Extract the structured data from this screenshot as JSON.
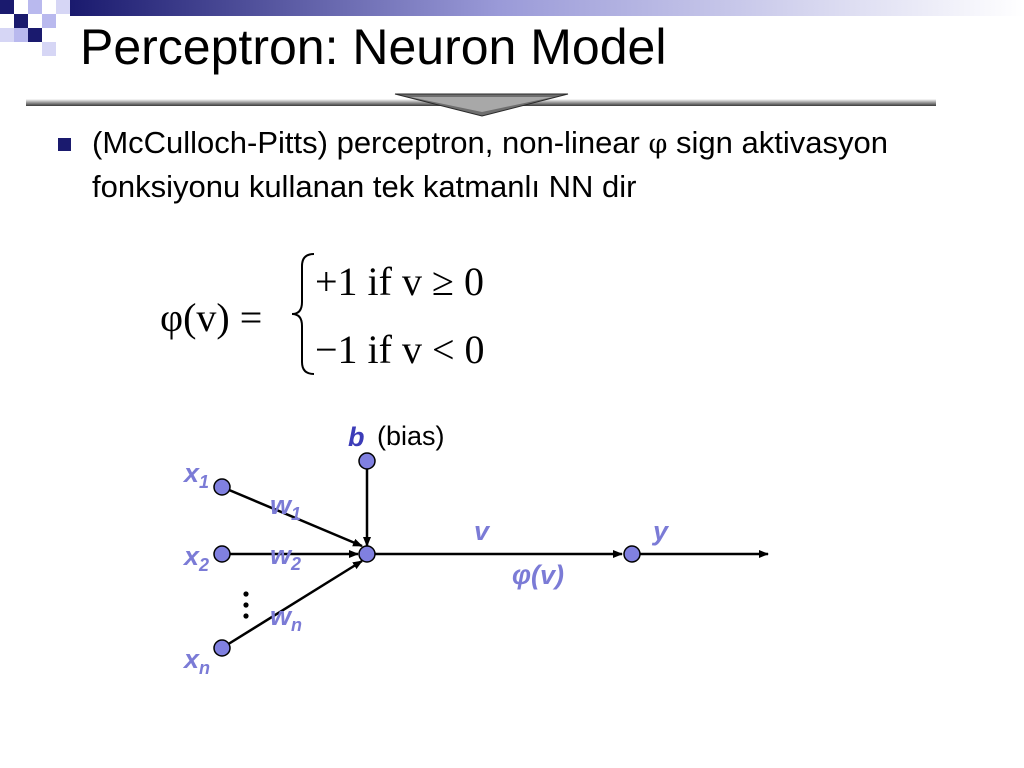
{
  "slide": {
    "title": "Perceptron: Neuron Model",
    "bullet": {
      "text_before": "(McCulloch-Pitts) perceptron, non-linear",
      "phi": "φ",
      "text_after": "sign aktivasyon fonksiyonu kullanan tek katmanlı NN dir"
    },
    "formula": {
      "lhs": "φ(v) =",
      "case1": "+1 if  v ≥ 0",
      "case2": "−1 if  v < 0"
    },
    "diagram": {
      "bias_symbol": "b",
      "bias_text": "(bias)",
      "inputs": [
        {
          "x": "x",
          "x_sub": "1",
          "w": "w",
          "w_sub": "1"
        },
        {
          "x": "x",
          "x_sub": "2",
          "w": "w",
          "w_sub": "2"
        },
        {
          "x": "x",
          "x_sub": "n",
          "w": "w",
          "w_sub": "n"
        }
      ],
      "v_label": "v",
      "y_label": "y",
      "phi_label": "φ(v)"
    },
    "colors": {
      "label": "#7b7bd6",
      "node_fill": "#8080e0",
      "bullet": "#1a1a6e",
      "accent_dark": "#1a1a6e",
      "accent_light": "#a9a9e8"
    }
  }
}
